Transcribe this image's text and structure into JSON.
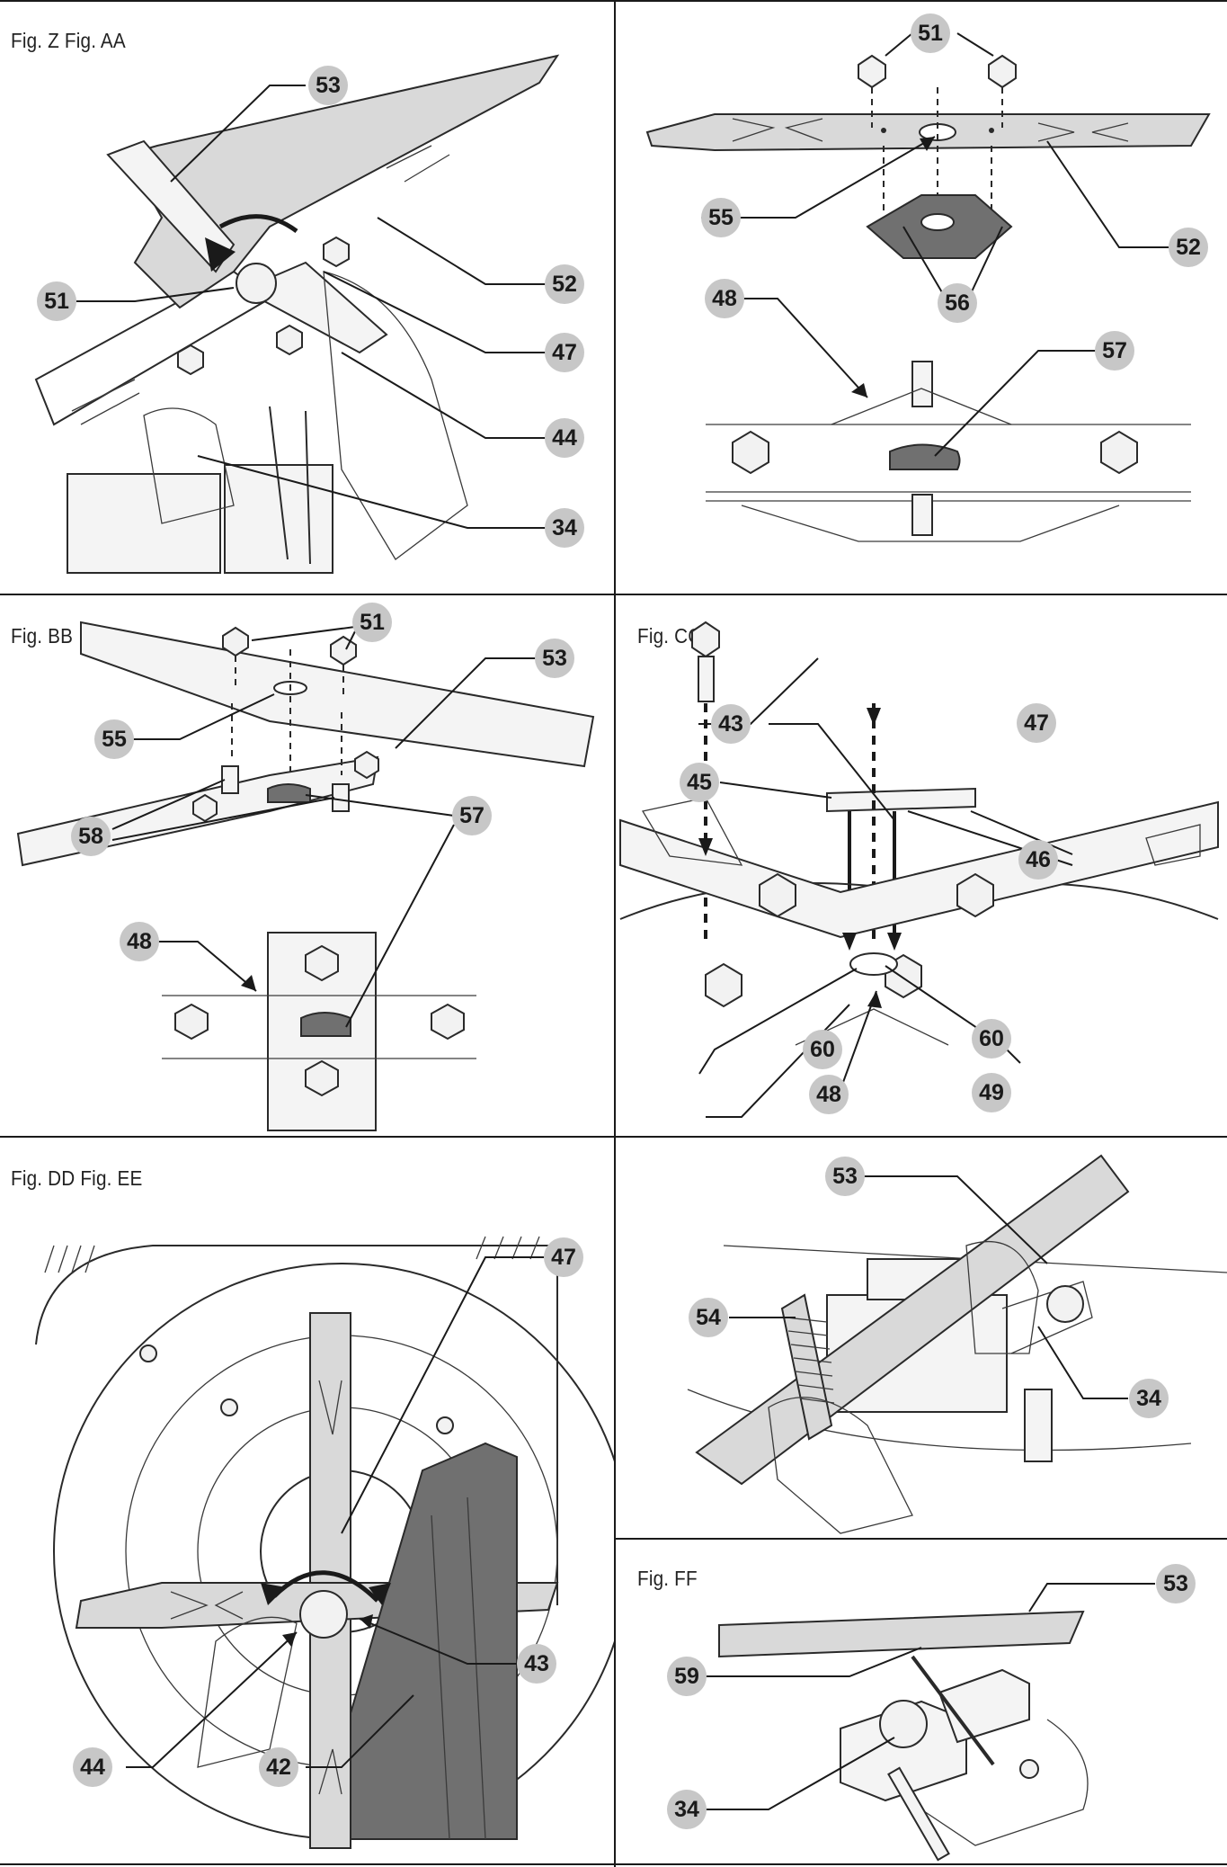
{
  "panels": {
    "z_aa": {
      "label": "Fig. Z Fig. AA",
      "callouts": [
        "53",
        "52",
        "51",
        "47",
        "44",
        "34"
      ]
    },
    "blade_parts": {
      "label": "",
      "callouts": [
        "51",
        "55",
        "52",
        "56",
        "48",
        "57"
      ]
    },
    "bb": {
      "label": "Fig. BB",
      "callouts": [
        "51",
        "53",
        "55",
        "58",
        "57",
        "48"
      ]
    },
    "cc": {
      "label": "Fig. CC",
      "callouts": [
        "43",
        "47",
        "45",
        "46",
        "60",
        "60",
        "48",
        "49"
      ]
    },
    "dd_ee": {
      "label": "Fig. DD Fig. EE",
      "callouts": [
        "47",
        "43",
        "44",
        "42"
      ]
    },
    "sharpen": {
      "label": "",
      "callouts": [
        "53",
        "54",
        "34"
      ]
    },
    "ff": {
      "label": "Fig. FF",
      "callouts": [
        "53",
        "59",
        "34"
      ]
    }
  },
  "colors": {
    "callout_fill": "#c7c7c7",
    "line": "#1a1a1a",
    "blade_fill": "#d9d9d9"
  }
}
